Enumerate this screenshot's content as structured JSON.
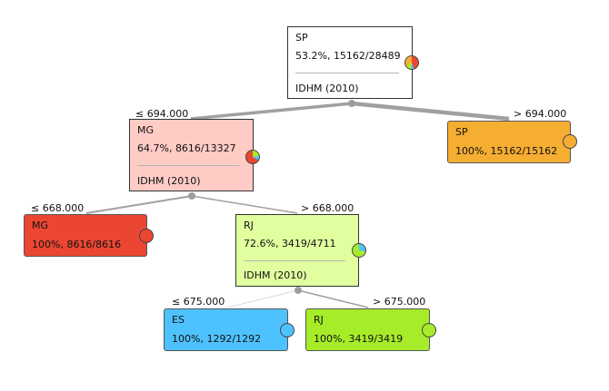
{
  "colors": {
    "SP": "#f5ad32",
    "MG": "#eb4632",
    "RJ": "#a6ec28",
    "ES": "#4ec2ff",
    "edge": "#a0a0a0",
    "dot": "#9d9d9d"
  },
  "nodes": {
    "root": {
      "cls": "SP",
      "stat": "53.2%, 15162/28489",
      "split": "IDHM (2010)",
      "fill": "#ffffff"
    },
    "n_mg": {
      "cls": "MG",
      "stat": "64.7%, 8616/13327",
      "split": "IDHM (2010)",
      "fill": "#ffcbc5"
    },
    "n_sp": {
      "cls": "SP",
      "stat": "100%, 15162/15162",
      "fill": "#f5ad32"
    },
    "n_mg_leaf": {
      "cls": "MG",
      "stat": "100%, 8616/8616",
      "fill": "#eb4632"
    },
    "n_rj": {
      "cls": "RJ",
      "stat": "72.6%, 3419/4711",
      "split": "IDHM (2010)",
      "fill": "#e0ff9f"
    },
    "n_es": {
      "cls": "ES",
      "stat": "100%, 1292/1292",
      "fill": "#4ec2ff"
    },
    "n_rj_leaf": {
      "cls": "RJ",
      "stat": "100%, 3419/3419",
      "fill": "#a6ec28"
    }
  },
  "edge_labels": {
    "root_left": "≤ 694.000",
    "root_right": "> 694.000",
    "mg_left": "≤ 668.000",
    "mg_right": "> 668.000",
    "rj_left": "≤ 675.000",
    "rj_right": "> 675.000"
  }
}
